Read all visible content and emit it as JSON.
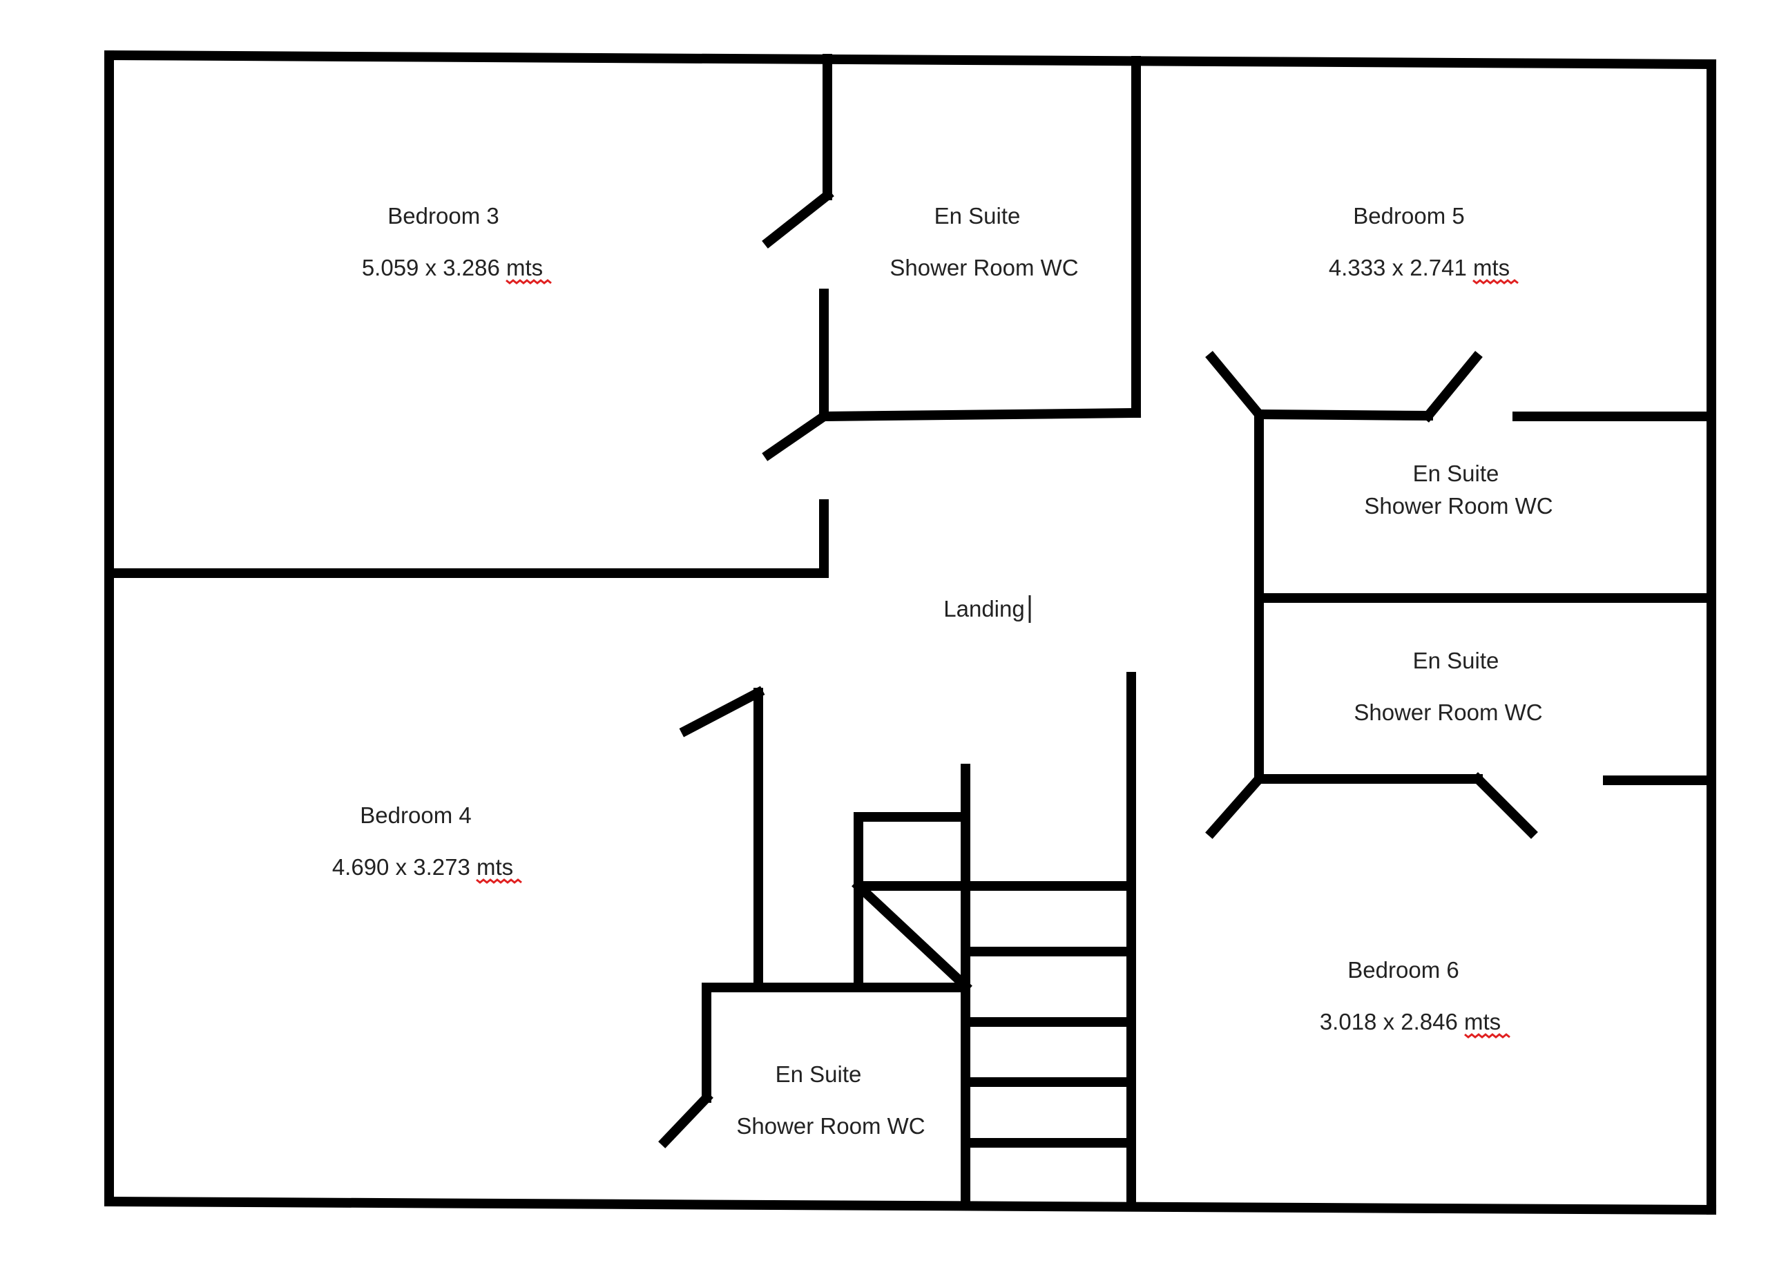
{
  "colors": {
    "wall": "#000000",
    "text": "#222222",
    "spellcheck": "#e02020"
  },
  "rooms": {
    "bedroom3": {
      "name": "Bedroom 3",
      "size": "5.059 x 3.286 mts"
    },
    "ensuite_a": {
      "name": "En Suite",
      "type": "Shower Room WC"
    },
    "bedroom5": {
      "name": "Bedroom 5",
      "size": "4.333 x 2.741 mts"
    },
    "ensuite_b": {
      "name": "En Suite",
      "type": "Shower Room WC"
    },
    "ensuite_c": {
      "name": "En Suite",
      "type": "Shower Room WC"
    },
    "landing": {
      "name": "Landing"
    },
    "bedroom4": {
      "name": "Bedroom 4",
      "size": "4.690 x 3.273 mts"
    },
    "bedroom6": {
      "name": "Bedroom 6",
      "size": "3.018 x 2.846 mts"
    },
    "ensuite_d": {
      "name": "En Suite",
      "type": "Shower Room WC"
    }
  }
}
